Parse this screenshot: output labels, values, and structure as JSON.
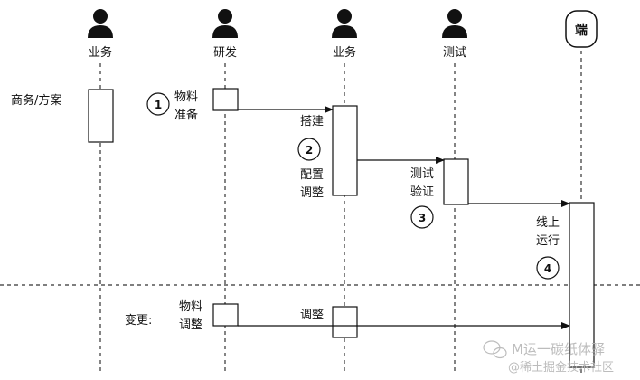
{
  "actors": {
    "a1": "业务",
    "a2": "研发",
    "a3": "业务",
    "a4": "测试",
    "a5": "端"
  },
  "labels": {
    "business_plan": "商务/方案",
    "material_l1": "物料",
    "material_l2": "准备",
    "build": "搭建",
    "config_l1": "配置",
    "config_l2": "调整",
    "test_l1": "测试",
    "test_l2": "验证",
    "online_l1": "线上",
    "online_l2": "运行",
    "change": "变更:",
    "change_material_l1": "物料",
    "change_material_l2": "调整",
    "change_adjust": "调整"
  },
  "steps": {
    "s1": "1",
    "s2": "2",
    "s3": "3",
    "s4": "4"
  },
  "watermark": {
    "line1": "M​运一碳纸体驿",
    "line2": "@稀土掘金技术社区"
  }
}
